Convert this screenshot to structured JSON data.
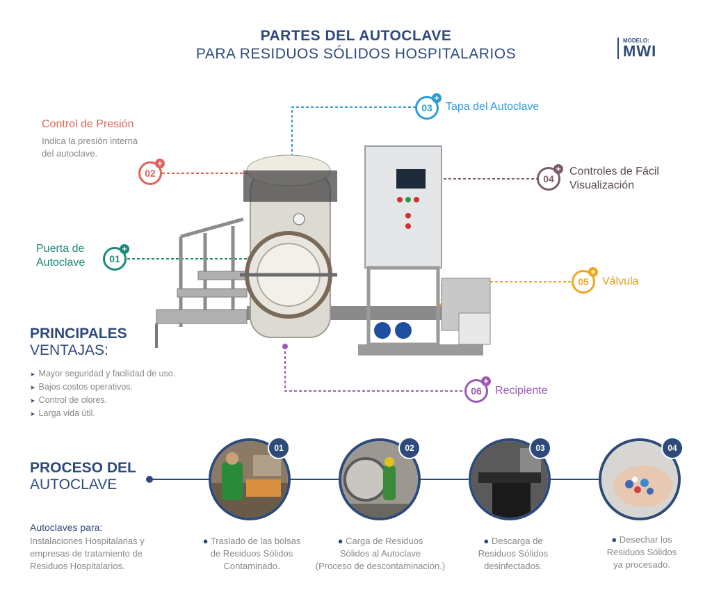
{
  "header": {
    "title_line1": "PARTES DEL AUTOCLAVE",
    "title_line2": "PARA RESIDUOS SÓLIDOS HOSPITALARIOS",
    "model_label": "MODELO:",
    "model_value": "MWI"
  },
  "parts": [
    {
      "num": "01",
      "label_line1": "Puerta de",
      "label_line2": "Autoclave",
      "color": "#1a8a76"
    },
    {
      "num": "02",
      "label": "Control de Presión",
      "description_line1": "Indica la presión interna",
      "description_line2": "del autoclave.",
      "color": "#e0625a"
    },
    {
      "num": "03",
      "label": "Tapa del Autoclave",
      "color": "#2e9bd6"
    },
    {
      "num": "04",
      "label_line1": "Controles de Fácil",
      "label_line2": "Visualización",
      "color": "#7a5a6a"
    },
    {
      "num": "05",
      "label": "Válvula",
      "color": "#f0a620"
    },
    {
      "num": "06",
      "label": "Recipiente",
      "color": "#9a5ab4"
    }
  ],
  "ventajas": {
    "title_bold": "PRINCIPALES",
    "title_light": "VENTAJAS:",
    "items": [
      "Mayor seguridad y facilidad de uso.",
      "Bajos costos operativos.",
      "Control de olores.",
      "Larga vida útil."
    ]
  },
  "proceso": {
    "title_bold": "PROCESO DEL",
    "title_light": "AUTOCLAVE",
    "steps": [
      {
        "num": "01",
        "line1": "Traslado de las bolsas",
        "line2": "de Residuos Sólidos",
        "line3": "Contaminado."
      },
      {
        "num": "02",
        "line1": "Carga de Residuos",
        "line2": "Sólidos al Autoclave",
        "line3": "(Proceso de descontaminación.)"
      },
      {
        "num": "03",
        "line1": "Descarga de",
        "line2": "Residuos Sólidos",
        "line3": "desinfectados."
      },
      {
        "num": "04",
        "line1": "Desechar los",
        "line2": "Residuos Sólidos",
        "line3": "ya procesado."
      }
    ]
  },
  "autoclaves_para": {
    "title": "Autoclaves para:",
    "line1": "Instalaciones Hospitalarias y",
    "line2": "empresas de tratamiento de",
    "line3": "Residuos Hospitalarios."
  },
  "colors": {
    "navy": "#2d4a7a",
    "gray_text": "#888888"
  }
}
